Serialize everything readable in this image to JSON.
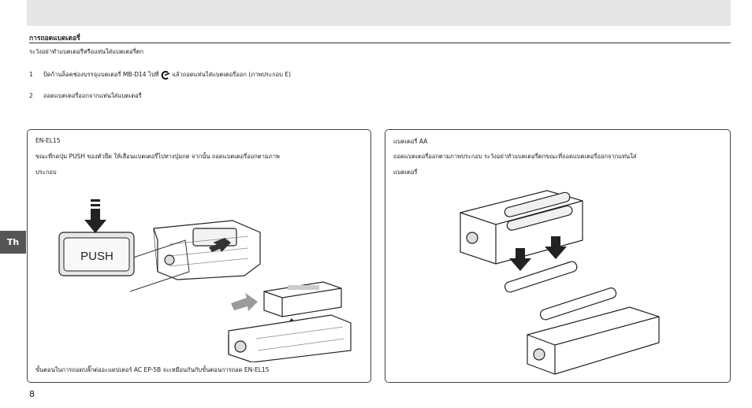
{
  "section": {
    "title": "การถอดแบตเตอรี่",
    "warning": "ระวังอย่าทำแบตเตอรี่หรือแท่นใส่แบตเตอรี่ตก"
  },
  "steps": [
    {
      "num": "1",
      "text_before": "บิดก้านล็อคช่องบรรจุแบตเตอรี่ MB-D14 ไปที่",
      "icon": "unlock-mode-icon",
      "text_after": "แล้วถอดแท่นใส่แบตเตอรี่ออก (ภาพประกอบ E)"
    },
    {
      "num": "2",
      "text": "ถอดแบตเตอรี่ออกจากแท่นใส่แบตเตอรี่"
    }
  ],
  "side_tab": "Th",
  "panel_left": {
    "heading": "EN-EL15",
    "text_line1": "ขณะที่กดปุ่ม PUSH ของตัวยึด ให้เลื่อนแบตเตอรี่ไปทางปุ่มกด จากนั้น ถอดแบตเตอรี่ออกตามภาพ",
    "text_line2": "ประกอบ",
    "push_label": "PUSH",
    "footer": "ขั้นตอนในการถอดปลั๊กต่ออะแดปเตอร์ AC EP-5B จะเหมือนกันกับขั้นตอนการถอด EN-EL15"
  },
  "panel_right": {
    "heading": "แบตเตอรี่ AA",
    "text_line1": "ถอดแบตเตอรี่ออกตามภาพประกอบ ระวังอย่าทำแบตเตอรี่ตกขณะที่ถอดแบตเตอรี่ออกจากแท่นใส่",
    "text_line2": "แบตเตอรี่"
  },
  "page_number": "8",
  "colors": {
    "header_bar": "#e6e6e6",
    "side_tab": "#555555",
    "arrow_gray": "#9a9a9a"
  }
}
